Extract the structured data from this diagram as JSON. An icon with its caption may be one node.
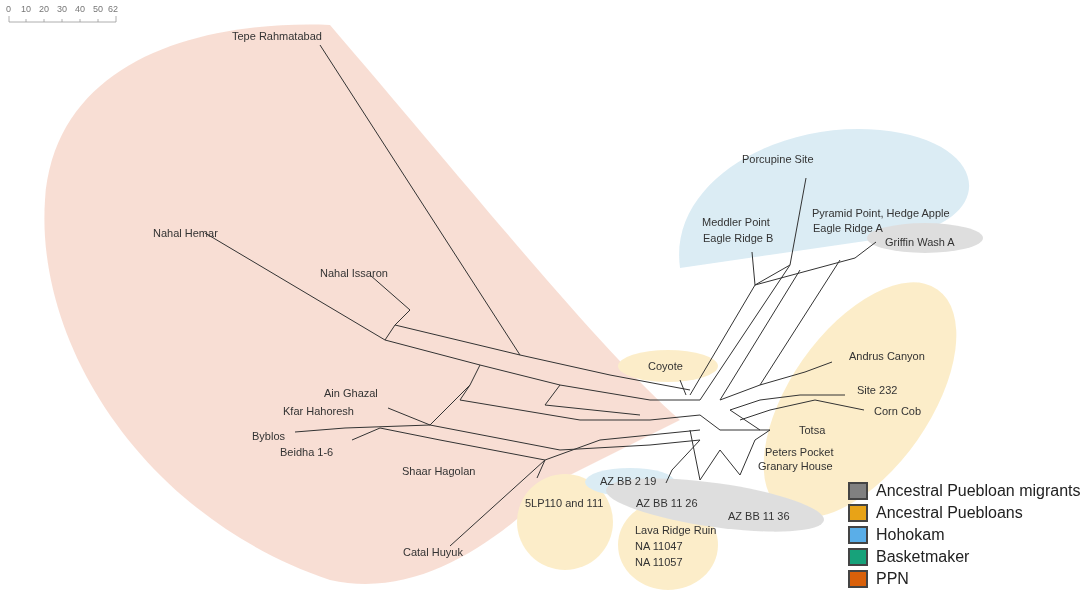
{
  "diagram": {
    "labels": [
      "0",
      "10",
      "20",
      "30",
      "40",
      "50",
      "62",
      "Tepe Rahmatabad",
      "Porcupine Site",
      "Pyramid Point, Hedge Apple",
      "Nahal Hemar",
      "Meddler Point",
      "Eagle Ridge A",
      "Eagle Ridge B",
      "Griffin Wash A",
      "Nahal Issaron",
      "Coyote",
      "Andrus Canyon",
      "Ain Ghazal",
      "Site 232",
      "Kfar Hahoresh",
      "Corn Cob",
      "Totsa",
      "Byblos",
      "Beidha 1-6",
      "Peters Pocket",
      "Granary House",
      "Shaar Hagolan",
      "AZ BB 2 19",
      "5LP110 and 111",
      "AZ BB 11 26",
      "AZ BB 11 36",
      "Lava Ridge Ruin",
      "NA 11047",
      "Catal Huyuk",
      "NA 11057"
    ],
    "legend": [
      {
        "text": "Ancestral Puebloan migrants",
        "color": "#808080"
      },
      {
        "text": "Ancestral Puebloans",
        "color": "#e8a317"
      },
      {
        "text": "Hohokam",
        "color": "#5aaee8"
      },
      {
        "text": "Basketmaker",
        "color": "#17a27a"
      },
      {
        "text": "PPN",
        "color": "#d9600a"
      }
    ]
  }
}
